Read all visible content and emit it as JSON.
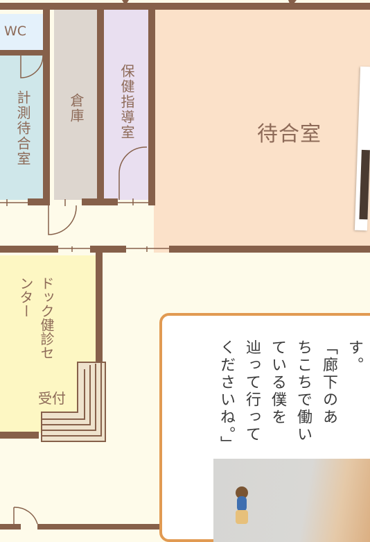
{
  "floor_plan": {
    "rooms": {
      "wc": "WC",
      "measurement_waiting": "計測待合室",
      "storage": "倉庫",
      "health_guidance": "保健指導室",
      "waiting_room": "待合室",
      "dock_checkup_center": "ドック健診センター",
      "reception": "受付"
    },
    "colors": {
      "background": "#fefbea",
      "wall": "#86604a",
      "wc_fill": "#e4f1fb",
      "measurement_fill": "#cfe7ea",
      "storage_fill": "#ddd6cf",
      "guidance_fill": "#e9dff0",
      "waiting_fill": "#fbe1c9",
      "dock_fill": "#fdf7c3",
      "callout_border": "#e19a52",
      "label_text": "#8d6a58"
    }
  },
  "callout": {
    "text_lines": [
      "す。",
      "「廊下のあ",
      "ちこちで働い",
      "ている僕を",
      "辿って行って",
      "くださいね。」"
    ]
  }
}
